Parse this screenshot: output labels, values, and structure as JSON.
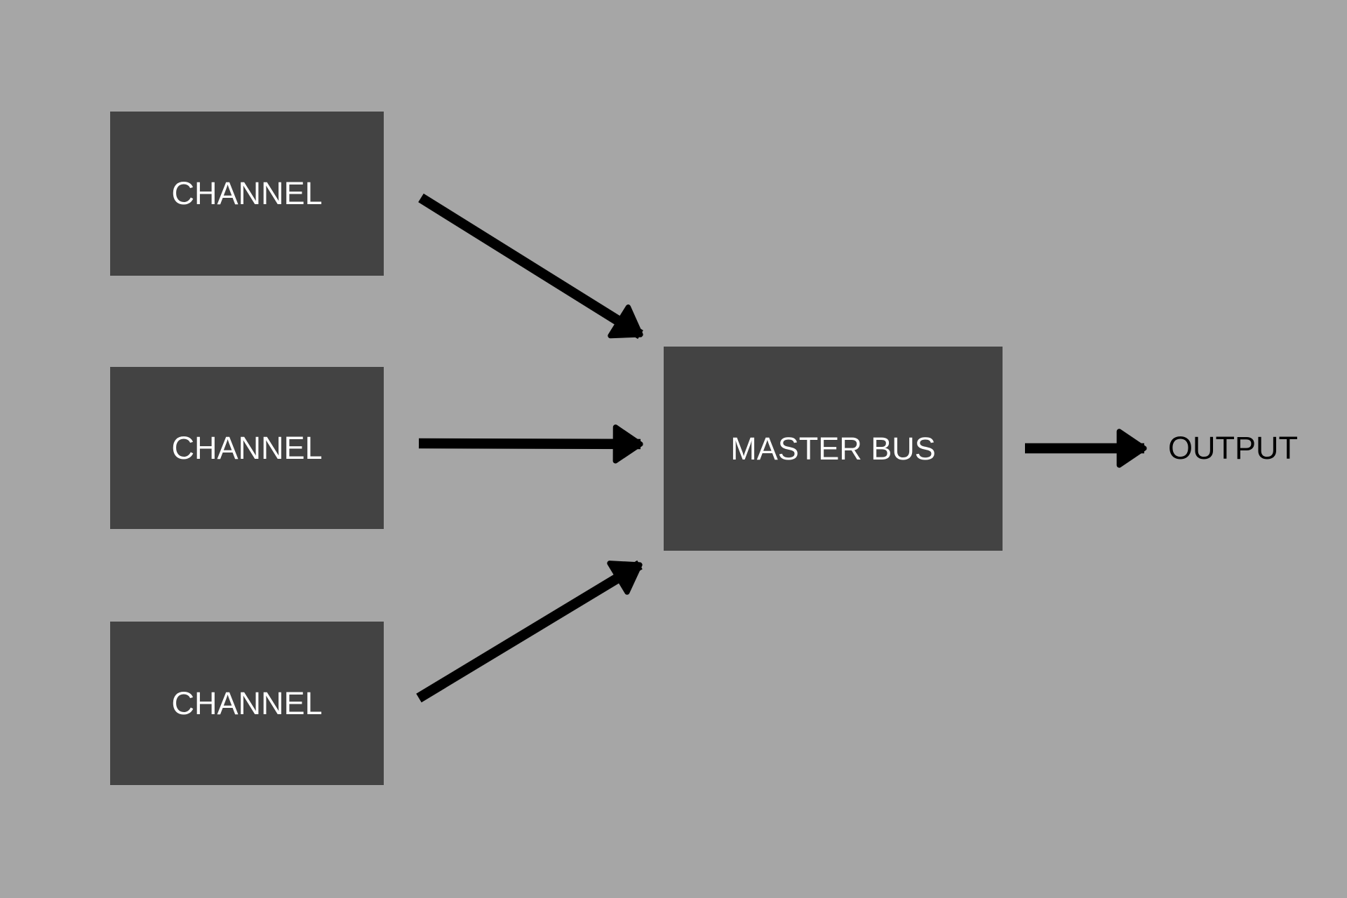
{
  "colors": {
    "background": "#A6A6A6",
    "node_fill": "#434343",
    "node_text": "#FFFFFF",
    "arrow": "#000000",
    "output_text": "#000000"
  },
  "nodes": {
    "channels": [
      {
        "id": "channel-1",
        "label": "CHANNEL"
      },
      {
        "id": "channel-2",
        "label": "CHANNEL"
      },
      {
        "id": "channel-3",
        "label": "CHANNEL"
      }
    ],
    "master_bus": {
      "id": "master-bus",
      "label": "MASTER BUS"
    },
    "output": {
      "id": "output",
      "label": "OUTPUT"
    }
  },
  "edges": [
    {
      "from": "channel-1",
      "to": "master-bus"
    },
    {
      "from": "channel-2",
      "to": "master-bus"
    },
    {
      "from": "channel-3",
      "to": "master-bus"
    },
    {
      "from": "master-bus",
      "to": "output"
    }
  ]
}
